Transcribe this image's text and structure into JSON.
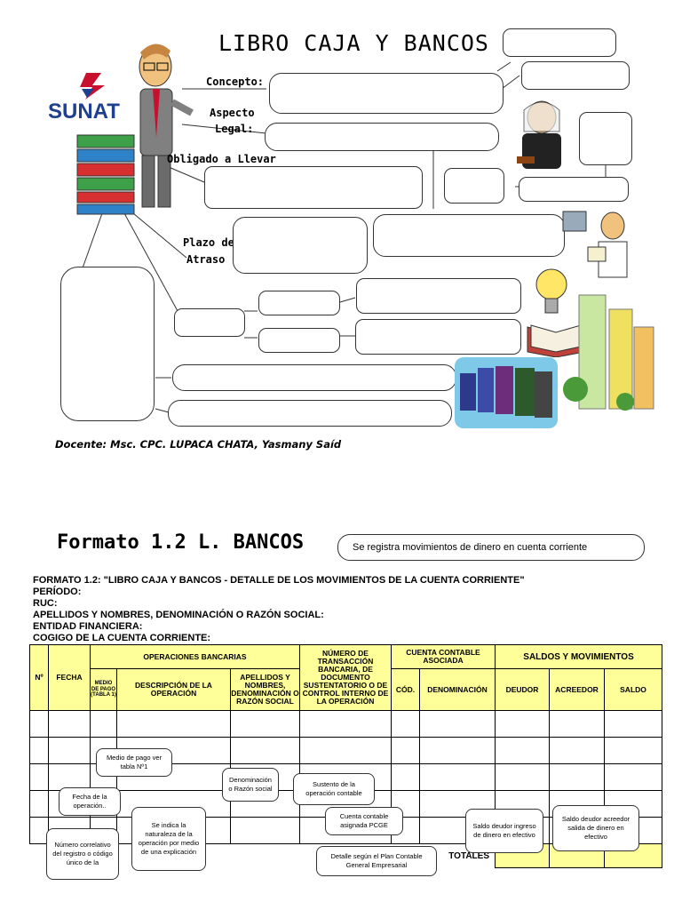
{
  "top": {
    "title": "LIBRO CAJA Y BANCOS",
    "logo_text": "SUNAT",
    "labels": {
      "concepto": "Concepto:",
      "aspecto_1": "Aspecto",
      "aspecto_2": "Legal:",
      "obligado": "Obligado a Llevar",
      "plazo_1": "Plazo de",
      "plazo_2": "Atraso"
    },
    "docente": "Docente: Msc. CPC. LUPACA CHATA, Yasmany Saíd"
  },
  "formato": {
    "title": "Formato 1.2 L. BANCOS",
    "callout": "Se registra movimientos de dinero en cuenta corriente",
    "header_lines": [
      "FORMATO 1.2: \"LIBRO CAJA Y BANCOS - DETALLE DE LOS MOVIMIENTOS DE LA CUENTA CORRIENTE\"",
      "PERÍODO:",
      "RUC:",
      "APELLIDOS Y NOMBRES, DENOMINACIÓN O RAZÓN SOCIAL:",
      "ENTIDAD FINANCIERA:",
      "COGIGO DE LA CUENTA CORRIENTE:"
    ],
    "table": {
      "h_num": "Nº",
      "h_fecha": "FECHA",
      "h_operaciones": "OPERACIONES BANCARIAS",
      "h_numero_trans": "NÚMERO DE TRANSACCIÓN BANCARIA, DE DOCUMENTO SUSTENTATORIO O DE CONTROL INTERNO DE LA OPERACIÓN",
      "h_cuenta": "CUENTA CONTABLE ASOCIADA",
      "h_saldos": "SALDOS Y MOVIMIENTOS",
      "h_medio": "MEDIO DE PAGO (TABLA 1)",
      "h_descripcion": "DESCRIPCIÓN DE LA OPERACIÓN",
      "h_apellidos": "APELLIDOS Y NOMBRES, DENOMINACIÓN O RAZÓN SOCIAL",
      "h_cod": "CÓD.",
      "h_denominacion": "DENOMINACIÓN",
      "h_deudor": "DEUDOR",
      "h_acreedor": "ACREEDOR",
      "h_saldo": "SALDO",
      "totales": "TOTALES"
    },
    "notes": {
      "medio": "Medio de pago ver tabla Nº1",
      "fecha": "Fecha de la operación..",
      "numero": "Número correlativo del registro o código único de la",
      "naturaleza": "Se indica la naturaleza de la operación por medio de una explicación",
      "denominacion": "Denominación o Razón social",
      "sustento": "Sustento de la operación contable",
      "cuenta": "Cuenta contable asignada PCGE",
      "detalle": "Detalle según el Plan Contable General Empresarial",
      "deudor": "Saldo deudor ingreso de dinero en efectivo",
      "acreedor": "Saldo deudor acreedor salida de dinero en efectivo"
    }
  }
}
